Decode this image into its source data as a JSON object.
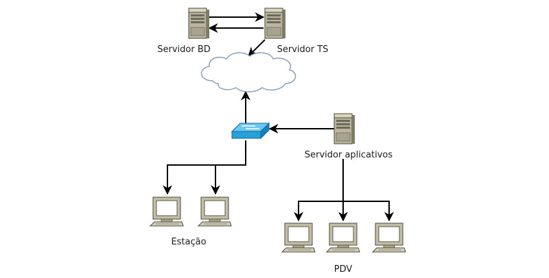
{
  "diagram": {
    "labels": {
      "servidor_bd": "Servidor BD",
      "servidor_ts": "Servidor TS",
      "servidor_aplicativos": "Servidor aplicativos",
      "estacao": "Estação",
      "pdv": "PDV"
    },
    "icons": {
      "server": "server-tower-icon",
      "cloud": "cloud-icon",
      "switch": "network-switch-icon",
      "computer": "desktop-computer-icon"
    },
    "colors": {
      "server_body": "#b8b4a0",
      "switch": "#2aa0d8",
      "cloud_stroke": "#8aa0b8",
      "connector": "#000000"
    }
  }
}
